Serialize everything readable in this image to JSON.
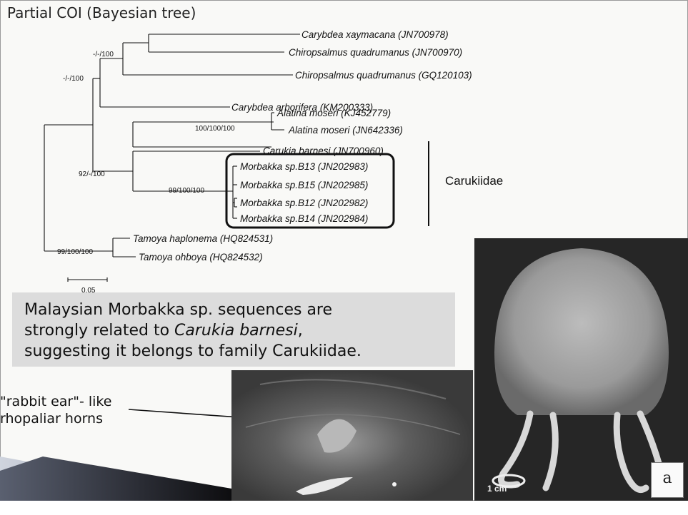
{
  "title": "Partial COI (Bayesian tree)",
  "tree": {
    "taxa": [
      "Carybdea xaymacana (JN700978)",
      "Chiropsalmus quadrumanus (JN700970)",
      "Chiropsalmus quadrumanus (GQ120103)",
      "Carybdea arborifera (KM200333)",
      "Alatina moseri (KJ452779)",
      "Alatina moseri (JN642336)",
      "Carukia barnesi (JN700960)",
      "Morbakka sp.B13 (JN202983)",
      "Morbakka sp.B15 (JN202985)",
      "Morbakka sp.B12 (JN202982)",
      "Morbakka sp.B14 (JN202984)",
      "Tamoya haplonema (HQ824531)",
      "Tamoya ohboya (HQ824532)"
    ],
    "supports": [
      "-/-/100",
      "-/-/100",
      "100/100/100",
      "92/-/100",
      "99/100/100",
      "99/100/100"
    ],
    "scale_label": "0.05",
    "family_label": "Carukiidae"
  },
  "summary": {
    "line1": "Malaysian Morbakka sp. sequences are",
    "line2_prefix": "strongly related to ",
    "line2_italic": "Carukia barnesi",
    "line2_suffix": ",",
    "line3": "suggesting it belongs to family Carukiidae."
  },
  "annotation": {
    "line1": "\"rabbit ear\"- like",
    "line2": "rhopaliar horns"
  },
  "photos": {
    "tag": "a",
    "scale_text": "1 cm"
  }
}
